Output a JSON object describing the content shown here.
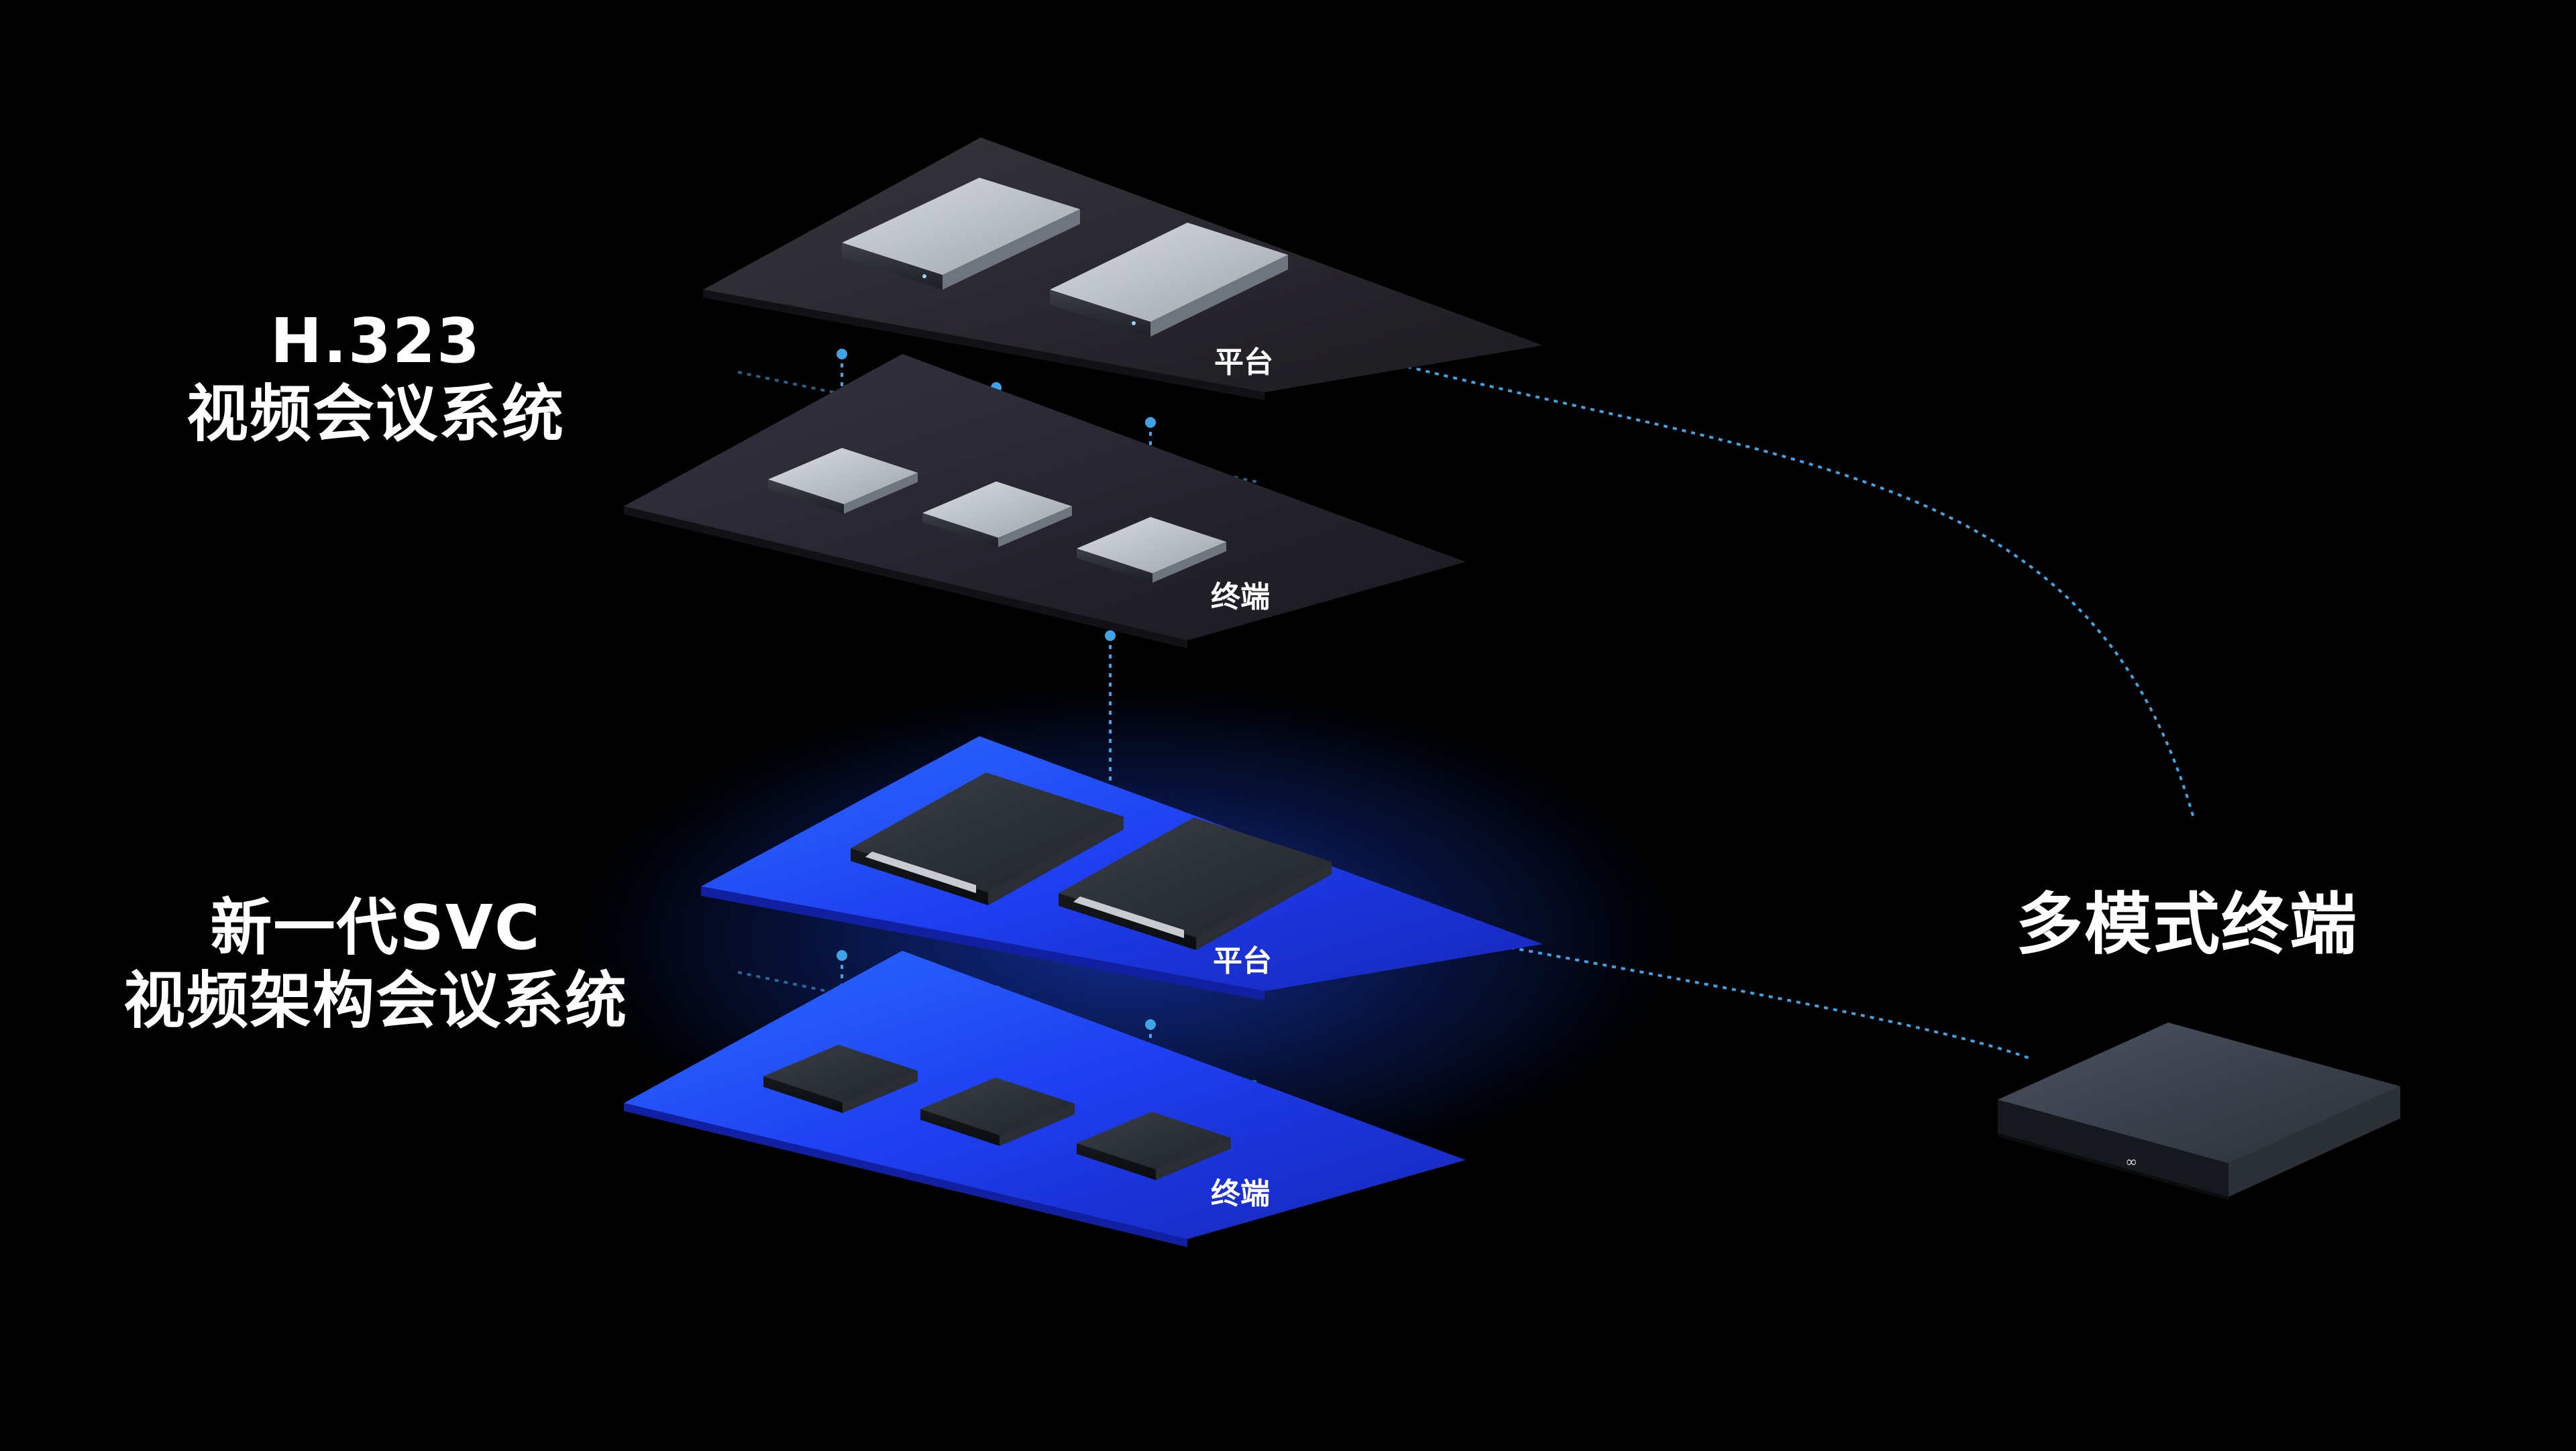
{
  "h323_system": {
    "line1": "H.323",
    "line2": "视频会议系统",
    "platform_label": "平台",
    "terminal_label": "终端"
  },
  "svc_system": {
    "line1": "新一代SVC",
    "line2": "视频架构会议系统",
    "platform_label": "平台",
    "terminal_label": "终端"
  },
  "multimode_terminal": {
    "label": "多模式终端"
  },
  "colors": {
    "background": "#000000",
    "h323_layer": "#2a2830",
    "svc_layer": "#1f3df0",
    "connector": "#3fa3e6",
    "label": "#ffffff"
  }
}
